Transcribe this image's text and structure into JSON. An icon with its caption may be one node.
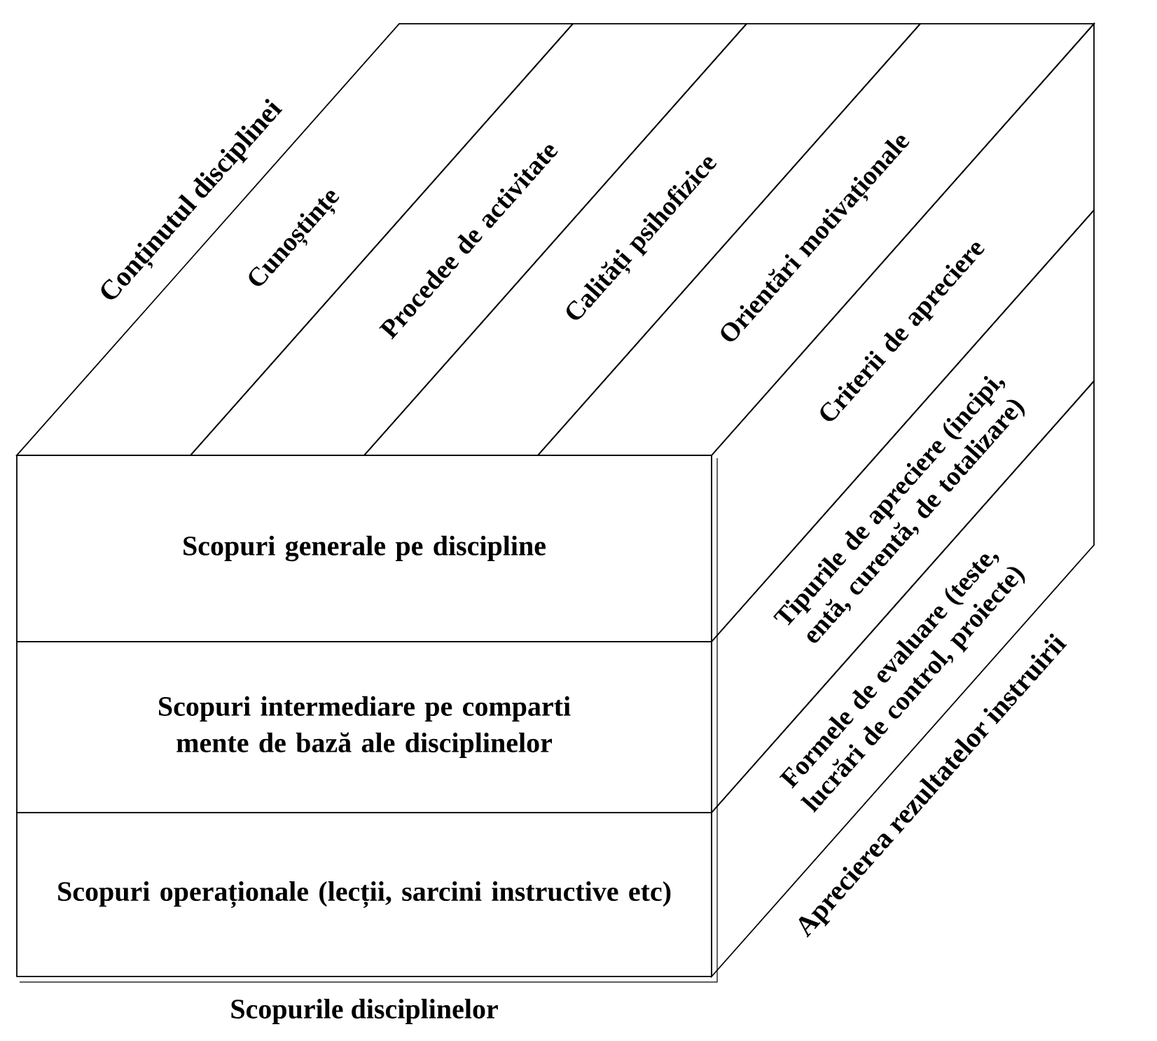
{
  "diagram": {
    "nodes": [
      {
        "text": [
          "Cunoștințe"
        ]
      },
      {
        "text": [
          "Procedee de activitate"
        ]
      },
      {
        "text": [
          "Calități psihofizice"
        ]
      },
      {
        "text": [
          "Orientări motivaționale"
        ]
      },
      {
        "text": [
          "Criterii de apreciere"
        ]
      },
      {
        "text": [
          "Tipurile de apreciere (incipi, entă, curentă, de totalizare)"
        ]
      },
      {
        "text": [
          "Formele de evaluare (teste, lucrări de control, proiecte)"
        ]
      },
      {
        "text": [
          "Scopuri generale pe discipline"
        ]
      },
      {
        "text": [
          "Scopuri intermediare pe comparti mente de bază ale disciplinelor"
        ]
      },
      {
        "text": [
          "Scopuri operaționale (lecții, sarcini instructive etc)"
        ]
      }
    ],
    "labels": [
      "Conținutul disciplinei",
      "Aprecierea rezultatelor instruirii",
      "Scopurile disciplinelor"
    ]
  }
}
